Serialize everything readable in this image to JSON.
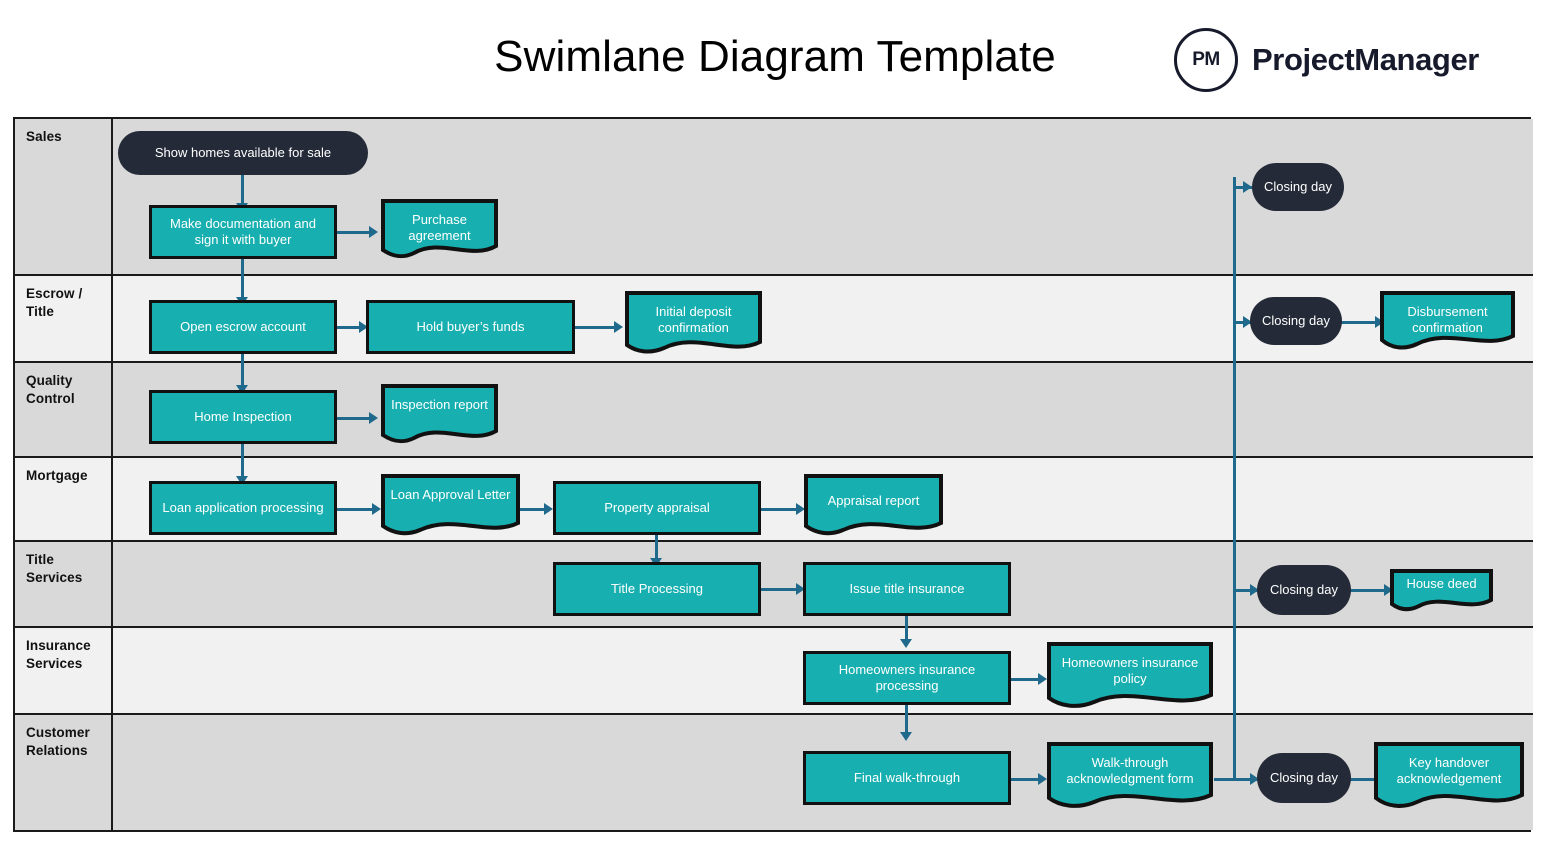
{
  "header": {
    "title": "Swimlane Diagram Template",
    "brand_mark": "PM",
    "brand_name": "ProjectManager"
  },
  "colors": {
    "process_fill": "#18afb0",
    "terminator_fill": "#242a38",
    "connector": "#1f6a8c",
    "lane_odd": "#d9d9d9",
    "lane_even": "#f1f1f1",
    "border": "#1a1a1a"
  },
  "lanes": [
    {
      "label": "Sales"
    },
    {
      "label": "Escrow /\nTitle"
    },
    {
      "label": "Quality\nControl"
    },
    {
      "label": "Mortgage"
    },
    {
      "label": "Title\nServices"
    },
    {
      "label": "Insurance\nServices"
    },
    {
      "label": "Customer\nRelations"
    }
  ],
  "nodes": {
    "show_homes": "Show homes available for sale",
    "make_documentation": "Make documentation and sign it with buyer",
    "purchase_agreement": "Purchase agreement",
    "open_escrow": "Open escrow account",
    "hold_funds": "Hold buyer’s funds",
    "initial_deposit": "Initial deposit confirmation",
    "closing_day_sales": "Closing day",
    "closing_day_escrow": "Closing day",
    "disbursement": "Disbursement confirmation",
    "home_inspection": "Home Inspection",
    "inspection_report": "Inspection report",
    "loan_application": "Loan application processing",
    "loan_approval_letter": "Loan Approval Letter",
    "property_appraisal": "Property appraisal",
    "appraisal_report": "Appraisal report",
    "title_processing": "Title Processing",
    "issue_title_insurance": "Issue title insurance",
    "closing_day_title": "Closing day",
    "house_deed": "House deed",
    "homeowners_processing": "Homeowners insurance processing",
    "homeowners_policy": "Homeowners insurance policy",
    "final_walkthrough": "Final walk-through",
    "walkthrough_form": "Walk-through acknowledgment form",
    "closing_day_customer": "Closing day",
    "key_handover": "Key handover acknowledgement"
  }
}
